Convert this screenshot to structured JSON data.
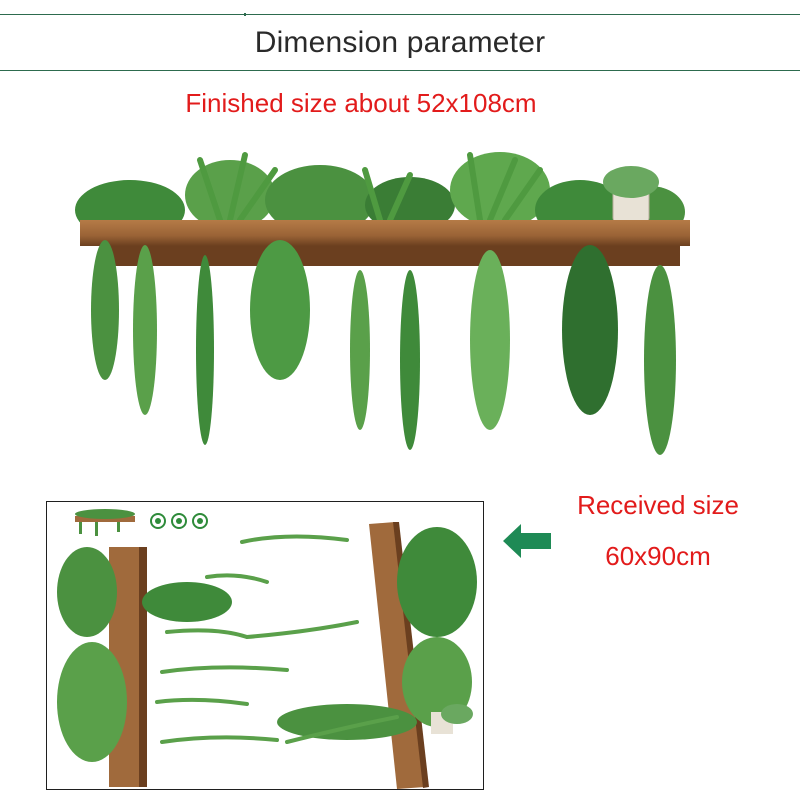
{
  "header": {
    "title": "Dimension parameter"
  },
  "finished": {
    "label": "Finished size about 52x108cm"
  },
  "received": {
    "title": "Received size",
    "dims": "60x90cm"
  },
  "colors": {
    "accent_green": "#2d6b4e",
    "label_red": "#e21b1b",
    "arrow_green": "#1e8a55",
    "wood": "#a06a3c",
    "wood_dark": "#6b3f1f"
  },
  "icons": {
    "arrow": "arrow-left-icon",
    "badges": [
      "eco-badge-icon",
      "eco-badge-icon",
      "eco-badge-icon"
    ]
  }
}
